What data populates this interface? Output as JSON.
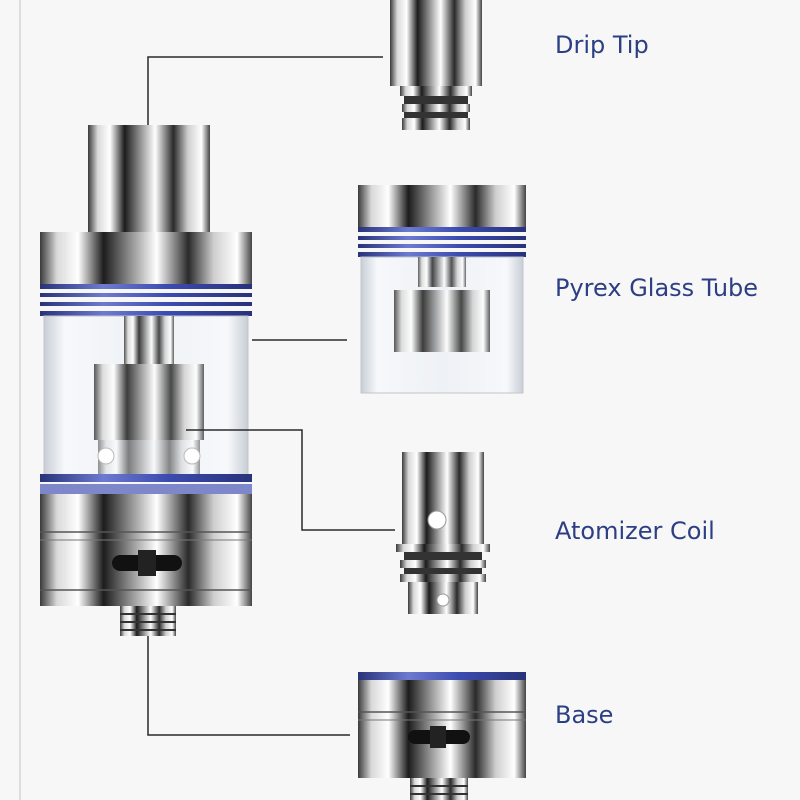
{
  "labels": {
    "drip_tip": "Drip Tip",
    "pyrex_tube": "Pyrex Glass Tube",
    "atomizer_coil": "Atomizer Coil",
    "base": "Base"
  },
  "colors": {
    "label_text": "#2c3f82",
    "accent_blue": "#3c4bb0",
    "leader_line": "#2a2a2a",
    "steel_dark": "#1c1c1c",
    "steel_light": "#f4f4f4",
    "glass": "#e9edf2",
    "background": "#f7f7f8"
  }
}
